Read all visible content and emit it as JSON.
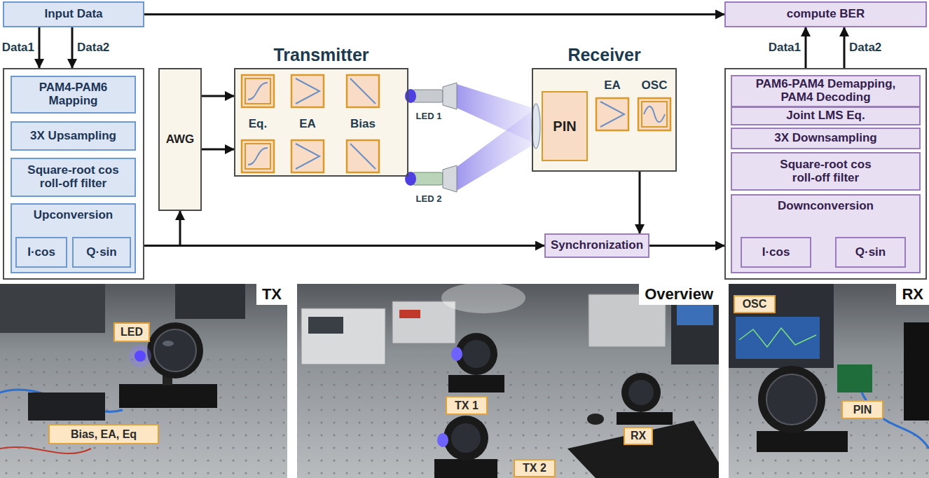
{
  "diagram": {
    "nodes": [
      {
        "text": [
          "Input Data"
        ]
      },
      {
        "text": []
      },
      {
        "text": [
          "PAM4-PAM6 Mapping"
        ],
        "in": 1
      },
      {
        "text": [
          "3X Upsampling"
        ],
        "in": 1
      },
      {
        "text": [
          "Square-root cos roll-off filter"
        ],
        "in": 1
      },
      {
        "text": [
          "Upconversion"
        ],
        "in": 1
      },
      {
        "text": [
          "I·cos"
        ],
        "in": 5
      },
      {
        "text": [
          "Q·sin"
        ],
        "in": 5
      },
      {
        "text": [
          "AWG"
        ]
      },
      {
        "text": [
          "Transmitter"
        ]
      },
      {
        "text": [
          "Receiver"
        ]
      },
      {
        "text": [
          "PIN"
        ],
        "in": 10
      },
      {
        "text": [
          "Synchronization"
        ]
      },
      {
        "text": [
          "compute BER"
        ]
      },
      {
        "text": []
      },
      {
        "text": [
          "PAM6-PAM4 Demapping, PAM4 Decoding"
        ],
        "in": 14
      },
      {
        "text": [
          "Joint LMS Eq."
        ],
        "in": 14
      },
      {
        "text": [
          "3X Downsampling"
        ],
        "in": 14
      },
      {
        "text": [
          "Square-root cos roll-off filter"
        ],
        "in": 14
      },
      {
        "text": [
          "Downconversion"
        ],
        "in": 14
      },
      {
        "text": [
          "I·cos"
        ],
        "in": 19
      },
      {
        "text": [
          "Q·sin"
        ],
        "in": 19
      },
      {
        "text": [
          "TX"
        ]
      },
      {
        "text": [
          "LED"
        ],
        "in": 22
      },
      {
        "text": [
          "Bias, EA, Eq"
        ],
        "in": 22
      },
      {
        "text": [
          "Overview"
        ]
      },
      {
        "text": [
          "TX 1"
        ],
        "in": 25
      },
      {
        "text": [
          "RX"
        ],
        "in": 25
      },
      {
        "text": [
          "TX 2"
        ],
        "in": 25
      },
      {
        "text": [
          "RX"
        ]
      },
      {
        "text": [
          "OSC"
        ],
        "in": 29
      },
      {
        "text": [
          "PIN"
        ],
        "in": 29
      }
    ],
    "edges": [
      {
        "from": 0,
        "to": 13,
        "arrow": "to"
      },
      {
        "from": 0,
        "to": 1,
        "label": "Data1",
        "arrow": "to"
      },
      {
        "from": 0,
        "to": 1,
        "label": "Data2",
        "arrow": "to"
      },
      {
        "from": 8,
        "to": 9,
        "arrow": "to"
      },
      {
        "from": 8,
        "to": 9,
        "arrow": "to"
      },
      {
        "from": 1,
        "to": 8,
        "arrow": "to"
      },
      {
        "from": 1,
        "to": 12,
        "arrow": "to"
      },
      {
        "from": 10,
        "to": 12,
        "arrow": "to"
      },
      {
        "from": 12,
        "to": 14,
        "arrow": "to"
      },
      {
        "from": 14,
        "to": 13,
        "label": "Data1",
        "arrow": "to"
      },
      {
        "from": 14,
        "to": 13,
        "label": "Data2",
        "arrow": "to"
      }
    ],
    "labels": [
      "Eq.",
      "EA",
      "Bias",
      "LED 1",
      "LED 2",
      "EA",
      "OSC"
    ]
  }
}
